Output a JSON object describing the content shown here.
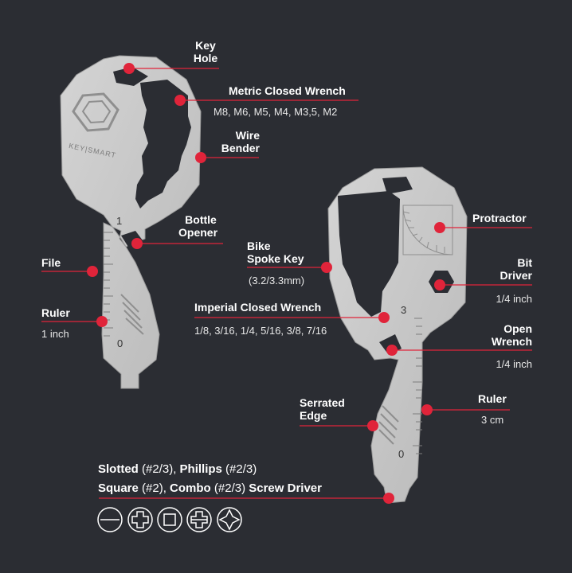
{
  "colors": {
    "background": "#2b2d33",
    "tool_metal": "#c9c9c9",
    "tool_edge": "#9a9a9a",
    "accent_red": "#e0243a"
  },
  "left_tool": {
    "brand": "KEY|SMART",
    "ruler_marks": {
      "top": "1",
      "bottom": "0"
    }
  },
  "right_tool": {
    "ruler_marks": {
      "top": "3",
      "bottom": "0"
    }
  },
  "labels": {
    "key_hole": {
      "line1": "Key",
      "line2": "Hole"
    },
    "metric_wrench": {
      "title": "Metric Closed Wrench",
      "sub": "M8, M6, M5, M4, M3,5, M2"
    },
    "wire_bender": {
      "line1": "Wire",
      "line2": "Bender"
    },
    "bottle_opener": {
      "line1": "Bottle",
      "line2": "Opener"
    },
    "file": {
      "title": "File"
    },
    "ruler_left": {
      "title": "Ruler",
      "sub": "1 inch"
    },
    "protractor": {
      "title": "Protractor"
    },
    "bike_spoke": {
      "line1": "Bike",
      "line2": "Spoke Key",
      "sub": "(3.2/3.3mm)"
    },
    "bit_driver": {
      "line1": "Bit",
      "line2": "Driver",
      "sub": "1/4 inch"
    },
    "imperial_wrench": {
      "title": "Imperial Closed Wrench",
      "sub": "1/8, 3/16, 1/4, 5/16, 3/8, 7/16"
    },
    "open_wrench": {
      "line1": "Open",
      "line2": "Wrench",
      "sub": "1/4 inch"
    },
    "serrated_edge": {
      "line1": "Serrated",
      "line2": "Edge"
    },
    "ruler_right": {
      "title": "Ruler",
      "sub": "3 cm"
    }
  },
  "screwdrivers": {
    "line1": {
      "a": "Slotted",
      "a_sz": " (#2/3), ",
      "b": "Phillips",
      "b_sz": " (#2/3)"
    },
    "line2": {
      "a": "Square",
      "a_sz": " (#2), ",
      "b": "Combo",
      "b_sz": " (#2/3) ",
      "c": "Screw Driver"
    },
    "icons": [
      "slotted-icon",
      "phillips-icon",
      "square-icon",
      "combo-icon",
      "torx-icon"
    ]
  }
}
